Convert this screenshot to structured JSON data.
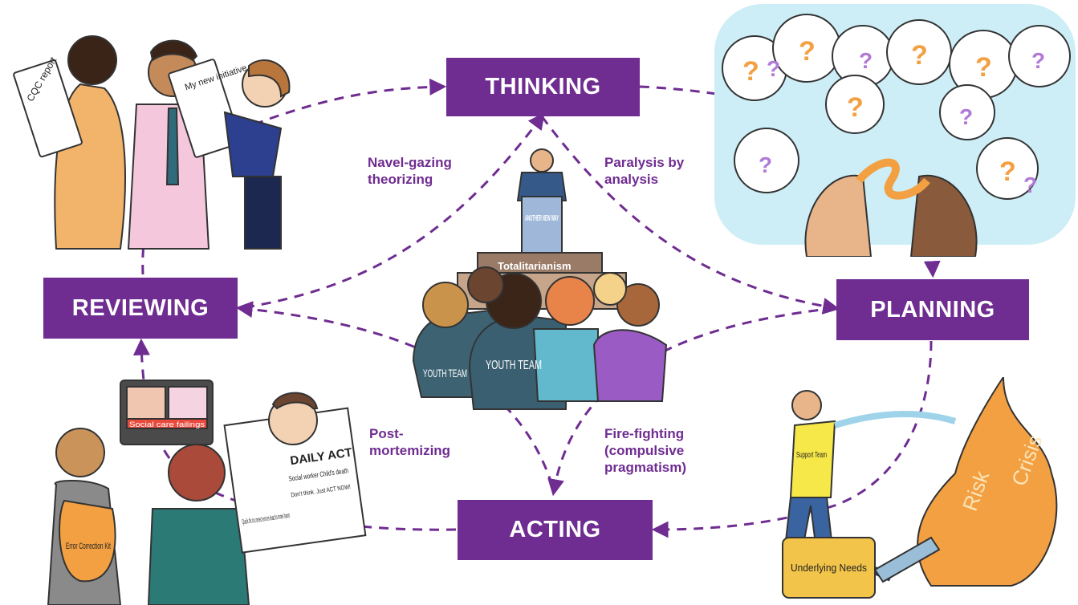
{
  "colors": {
    "accent": "#6f2c91",
    "dash": "#6f2c91",
    "cloud_bg": "#cdeef7",
    "fire": "#f3a043",
    "skin_dark": "#5a3520",
    "skin_light": "#e8b48a"
  },
  "phases": {
    "thinking": "THINKING",
    "planning": "PLANNING",
    "acting": "ACTING",
    "reviewing": "REVIEWING"
  },
  "pitfalls": {
    "navel_gazing": "Navel-gazing\ntheorizing",
    "paralysis": "Paralysis by\nanalysis",
    "post_mortemizing": "Post-\nmortemizing",
    "fire_fighting": "Fire-fighting\n(compulsive\npragmatism)"
  },
  "center": {
    "podium_label": "Totalitarianism",
    "lectern_sign": "ANOTHER NEW WAY",
    "team_shirt_left": "YOUTH TEAM",
    "team_shirt_center": "YOUTH TEAM"
  },
  "illustration_text": {
    "cqc_report": "CQC report",
    "new_initiative": "My new initiative",
    "tv_banner": "Social care failings",
    "newspaper_title": "DAILY ACT",
    "newspaper_left": "Quick fix to correct errors lead to more harm",
    "newspaper_headline": "Social worker Child's death",
    "newspaper_small": "Don't think. Just ACT NOW!",
    "backpack": "Error Correction Kit",
    "support_shirt": "Support Team",
    "bucket": "Underlying Needs",
    "fire_word_1": "Risk",
    "fire_word_2": "Crisis"
  }
}
